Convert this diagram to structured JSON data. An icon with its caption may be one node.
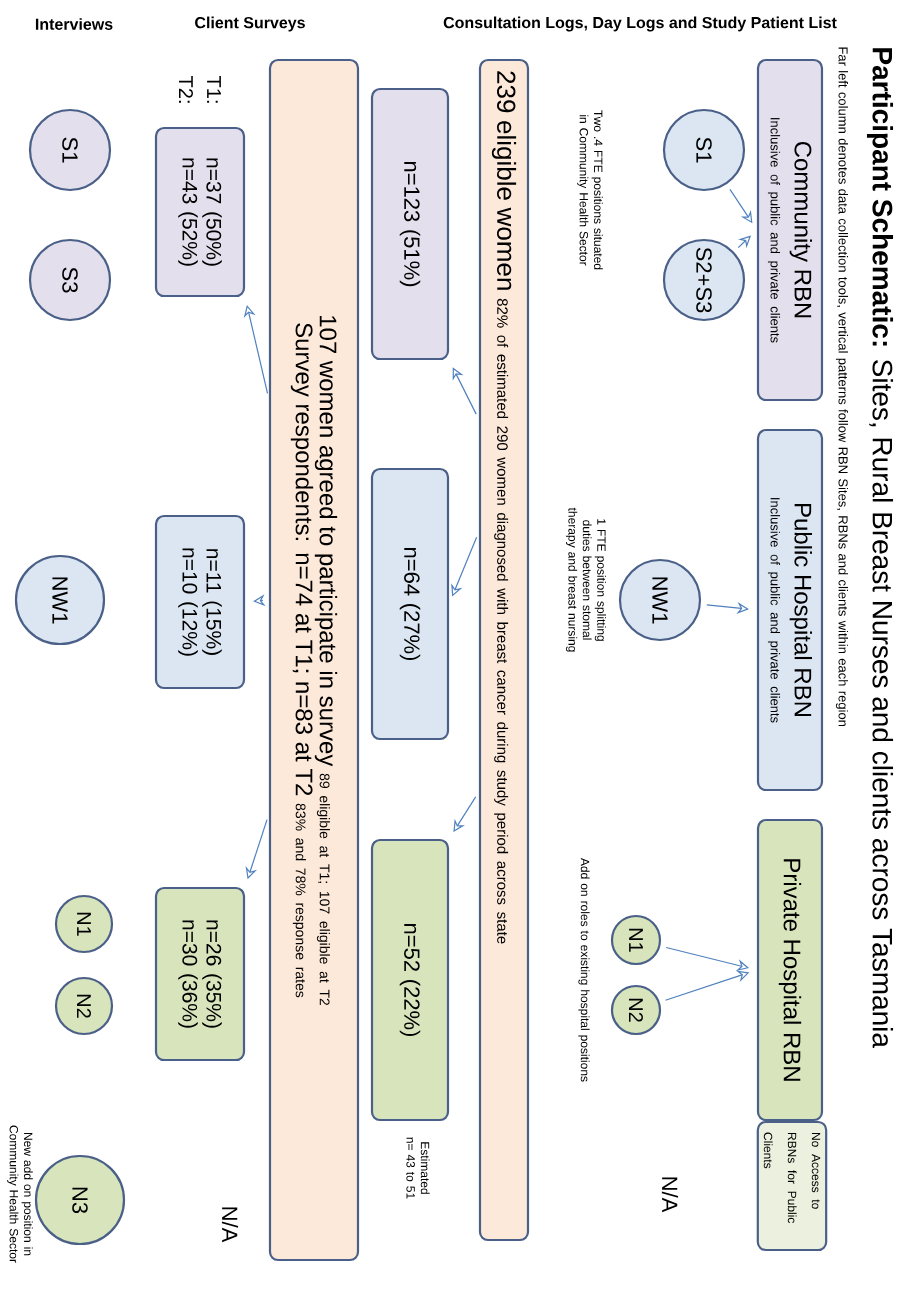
{
  "diagram": {
    "title": "**Participant Schematic:** Sites, Rural Breast Nurses and clients across Tasmania",
    "nodes": [
      {
        "text": [
          "Community RBN",
          "Inclusive of public and private clients"
        ]
      },
      {
        "text": [
          "Public Hospital RBN",
          "Inclusive of public and private clients"
        ]
      },
      {
        "text": [
          "Private Hospital RBN"
        ]
      },
      {
        "text": [
          "No Access to RBNs for Public Clients"
        ]
      },
      {
        "text": [
          "S1"
        ]
      },
      {
        "text": [
          "S2+S3"
        ]
      },
      {
        "text": [
          "NW1"
        ]
      },
      {
        "text": [
          "N1"
        ]
      },
      {
        "text": [
          "N2"
        ]
      },
      {
        "text": [
          "239 eligible women",
          "82% of estimated 290 women diagnosed with breast cancer during study period across state"
        ]
      },
      {
        "text": [
          "n=123 (51%)"
        ]
      },
      {
        "text": [
          "n=64 (27%)"
        ]
      },
      {
        "text": [
          "n=52 (22%)"
        ],
        "beside": [
          "Estimated n= 43 to 51"
        ]
      },
      {
        "text": [
          "107 women agreed to participate in survey",
          "89 eligible at T1; 107 eligible at T2",
          "Survey respondents: n=74 at T1; n=83 at T2",
          "83% and 78% response rates"
        ]
      },
      {
        "text": [
          "n=37 (50%)",
          "n=43 (52%)"
        ]
      },
      {
        "text": [
          "n=11 (15%)",
          "n=10 (12%)"
        ]
      },
      {
        "text": [
          "n=26 (35%)",
          "n=30 (36%)"
        ]
      },
      {
        "text": [
          "S1"
        ]
      },
      {
        "text": [
          "S3"
        ]
      },
      {
        "text": [
          "NW1"
        ]
      },
      {
        "text": [
          "N1"
        ]
      },
      {
        "text": [
          "N2"
        ]
      },
      {
        "text": [
          "N3"
        ],
        "beside": [
          "New add on position in Community Health Sector"
        ]
      }
    ],
    "edges": [
      {
        "from": 4,
        "to": 0,
        "arrow": "to"
      },
      {
        "from": 5,
        "to": 0,
        "arrow": "to"
      },
      {
        "from": 6,
        "to": 1,
        "arrow": "to"
      },
      {
        "from": 7,
        "to": 2,
        "arrow": "to"
      },
      {
        "from": 8,
        "to": 2,
        "arrow": "to"
      },
      {
        "from": 9,
        "to": 10,
        "arrow": "to"
      },
      {
        "from": 9,
        "to": 11,
        "arrow": "to"
      },
      {
        "from": 9,
        "to": 12,
        "arrow": "to"
      },
      {
        "from": 13,
        "to": 14,
        "arrow": "to"
      },
      {
        "from": 13,
        "to": 15,
        "arrow": "to"
      },
      {
        "from": 13,
        "to": 16,
        "arrow": "to"
      }
    ],
    "labels": [
      "Interviews",
      "Client Surveys",
      "Consultation Logs, Day Logs and Study Patient List",
      "Far left column denotes data collection tools, vertical patterns follow RBN Sites, RBNs and clients within each region",
      "Two .4 FTE positions situated in Community Health Sector",
      "1 FTE position splitting duties between stomal therapy and breast nursing",
      "Add on roles to existing hospital positions",
      "N/A",
      "T1:",
      "T2:",
      "N/A"
    ]
  }
}
